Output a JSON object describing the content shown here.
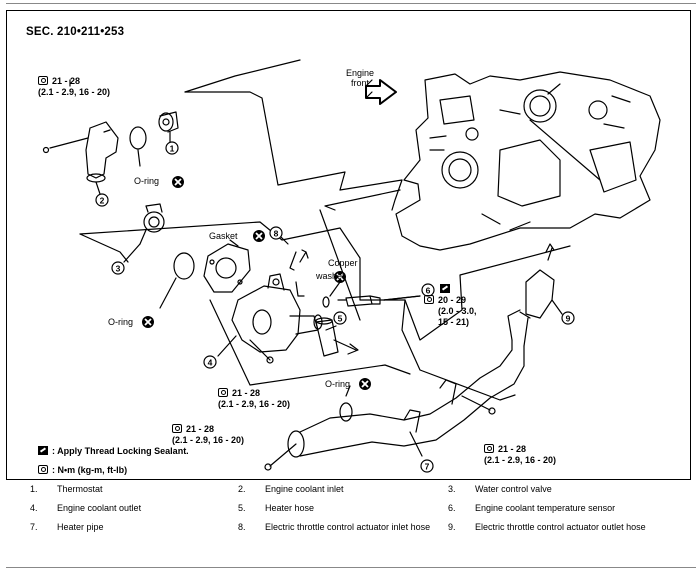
{
  "section_title": "SEC. 210•211•253",
  "engine_front_label": "Engine front",
  "callouts": {
    "c1": "1",
    "c2": "2",
    "c3": "3",
    "c4": "4",
    "c5": "5",
    "c6": "6",
    "c7": "7",
    "c8": "8",
    "c9": "9"
  },
  "labels": {
    "oring_top": "O-ring",
    "gasket": "Gasket",
    "copper_washer_1": "Copper",
    "copper_washer_2": "washer",
    "oring_left": "O-ring",
    "oring_pipe": "O-ring"
  },
  "torques": {
    "top_left_1": "21 - 28",
    "top_left_2": "(2.1 - 2.9, 16 - 20)",
    "sensor_1": "20 - 29",
    "sensor_2": "(2.0 - 3.0,",
    "sensor_3": "15 - 21)",
    "outlet_1": "21 - 28",
    "outlet_2": "(2.1 - 2.9, 16 - 20)",
    "pipe_left_1": "21 - 28",
    "pipe_left_2": "(2.1 - 2.9, 16 - 20)",
    "pipe_right_1": "21 - 28",
    "pipe_right_2": "(2.1 - 2.9, 16 - 20)"
  },
  "key": {
    "sealant": ": Apply Thread Locking Sealant.",
    "torque": ": N•m  (kg-m, ft-lb)"
  },
  "legend": [
    {
      "num": "1.",
      "text": "Thermostat"
    },
    {
      "num": "2.",
      "text": "Engine coolant inlet"
    },
    {
      "num": "3.",
      "text": "Water control valve"
    },
    {
      "num": "4.",
      "text": "Engine coolant outlet"
    },
    {
      "num": "5.",
      "text": "Heater hose"
    },
    {
      "num": "6.",
      "text": "Engine coolant temperature sensor"
    },
    {
      "num": "7.",
      "text": "Heater pipe"
    },
    {
      "num": "8.",
      "text": "Electric throttle control actuator inlet hose"
    },
    {
      "num": "9.",
      "text": "Electric throttle control actuator outlet hose"
    }
  ],
  "icons": {
    "replace": "replace-part-icon",
    "torque": "torque-spec-icon",
    "sealant": "thread-locking-sealant-icon",
    "engine_front": "engine-front-arrow-icon"
  }
}
